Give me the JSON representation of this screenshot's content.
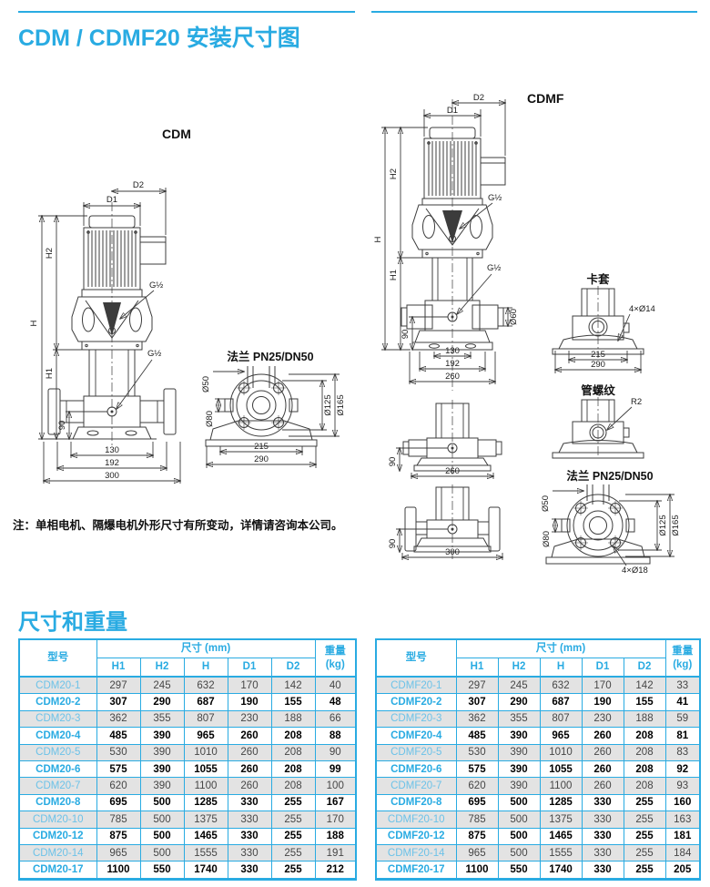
{
  "page": {
    "title": "CDM / CDMF20 安装尺寸图",
    "section_title": "尺寸和重量",
    "note": "注：单相电机、隔爆电机外形尺寸有所变动，详情请咨询本公司。"
  },
  "colors": {
    "accent": "#29abe2",
    "row_alt": "#e3e3e3",
    "line": "#3c3c3c"
  },
  "diagrams": {
    "cdm": {
      "label": "CDM",
      "dim_H": "H",
      "dim_H1": "H1",
      "dim_H2": "H2",
      "dim_D1": "D1",
      "dim_D2": "D2",
      "dim_g": "G½",
      "dim_90": "90",
      "dim_130": "130",
      "dim_192": "192",
      "dim_300": "300",
      "flange": {
        "title": "法兰 PN25/DN50",
        "dia50": "Ø50",
        "dia80": "Ø80",
        "dia125": "Ø125",
        "dia165": "Ø165",
        "dim_215": "215",
        "dim_290": "290"
      }
    },
    "cdmf": {
      "label": "CDMF",
      "dim_H": "H",
      "dim_H1": "H1",
      "dim_H2": "H2",
      "dim_D1": "D1",
      "dim_D2": "D2",
      "dim_g": "G½",
      "dia60": "Ø60",
      "dim_90": "90",
      "dim_130": "130",
      "dim_192": "192",
      "dim_260": "260",
      "view_clamp_base": {
        "dim_90": "90",
        "dim_260": "260"
      },
      "view_flange_base": {
        "dim_90": "90",
        "dim_300": "300"
      },
      "clamp": {
        "title": "卡套",
        "holes": "4×Ø14",
        "dim_215": "215",
        "dim_290": "290"
      },
      "thread": {
        "title": "管螺纹",
        "radius": "R2"
      },
      "flange": {
        "title": "法兰 PN25/DN50",
        "dia50": "Ø50",
        "dia80": "Ø80",
        "dia125": "Ø125",
        "dia165": "Ø165",
        "holes": "4×Ø18"
      }
    }
  },
  "tables": [
    {
      "name": "CDM20",
      "headers": {
        "model": "型号",
        "dims": "尺寸 (mm)",
        "weight1": "重量",
        "weight2": "(kg)",
        "cols": [
          "H1",
          "H2",
          "H",
          "D1",
          "D2"
        ]
      },
      "rows": [
        {
          "model": "CDM20-1",
          "h1": "297",
          "h2": "245",
          "h": "632",
          "d1": "170",
          "d2": "142",
          "kg": "40"
        },
        {
          "model": "CDM20-2",
          "h1": "307",
          "h2": "290",
          "h": "687",
          "d1": "190",
          "d2": "155",
          "kg": "48"
        },
        {
          "model": "CDM20-3",
          "h1": "362",
          "h2": "355",
          "h": "807",
          "d1": "230",
          "d2": "188",
          "kg": "66"
        },
        {
          "model": "CDM20-4",
          "h1": "485",
          "h2": "390",
          "h": "965",
          "d1": "260",
          "d2": "208",
          "kg": "88"
        },
        {
          "model": "CDM20-5",
          "h1": "530",
          "h2": "390",
          "h": "1010",
          "d1": "260",
          "d2": "208",
          "kg": "90"
        },
        {
          "model": "CDM20-6",
          "h1": "575",
          "h2": "390",
          "h": "1055",
          "d1": "260",
          "d2": "208",
          "kg": "99"
        },
        {
          "model": "CDM20-7",
          "h1": "620",
          "h2": "390",
          "h": "1100",
          "d1": "260",
          "d2": "208",
          "kg": "100"
        },
        {
          "model": "CDM20-8",
          "h1": "695",
          "h2": "500",
          "h": "1285",
          "d1": "330",
          "d2": "255",
          "kg": "167"
        },
        {
          "model": "CDM20-10",
          "h1": "785",
          "h2": "500",
          "h": "1375",
          "d1": "330",
          "d2": "255",
          "kg": "170"
        },
        {
          "model": "CDM20-12",
          "h1": "875",
          "h2": "500",
          "h": "1465",
          "d1": "330",
          "d2": "255",
          "kg": "188"
        },
        {
          "model": "CDM20-14",
          "h1": "965",
          "h2": "500",
          "h": "1555",
          "d1": "330",
          "d2": "255",
          "kg": "191"
        },
        {
          "model": "CDM20-17",
          "h1": "1100",
          "h2": "550",
          "h": "1740",
          "d1": "330",
          "d2": "255",
          "kg": "212"
        }
      ]
    },
    {
      "name": "CDMF20",
      "headers": {
        "model": "型号",
        "dims": "尺寸 (mm)",
        "weight1": "重量",
        "weight2": "(kg)",
        "cols": [
          "H1",
          "H2",
          "H",
          "D1",
          "D2"
        ]
      },
      "rows": [
        {
          "model": "CDMF20-1",
          "h1": "297",
          "h2": "245",
          "h": "632",
          "d1": "170",
          "d2": "142",
          "kg": "33"
        },
        {
          "model": "CDMF20-2",
          "h1": "307",
          "h2": "290",
          "h": "687",
          "d1": "190",
          "d2": "155",
          "kg": "41"
        },
        {
          "model": "CDMF20-3",
          "h1": "362",
          "h2": "355",
          "h": "807",
          "d1": "230",
          "d2": "188",
          "kg": "59"
        },
        {
          "model": "CDMF20-4",
          "h1": "485",
          "h2": "390",
          "h": "965",
          "d1": "260",
          "d2": "208",
          "kg": "81"
        },
        {
          "model": "CDMF20-5",
          "h1": "530",
          "h2": "390",
          "h": "1010",
          "d1": "260",
          "d2": "208",
          "kg": "83"
        },
        {
          "model": "CDMF20-6",
          "h1": "575",
          "h2": "390",
          "h": "1055",
          "d1": "260",
          "d2": "208",
          "kg": "92"
        },
        {
          "model": "CDMF20-7",
          "h1": "620",
          "h2": "390",
          "h": "1100",
          "d1": "260",
          "d2": "208",
          "kg": "93"
        },
        {
          "model": "CDMF20-8",
          "h1": "695",
          "h2": "500",
          "h": "1285",
          "d1": "330",
          "d2": "255",
          "kg": "160"
        },
        {
          "model": "CDMF20-10",
          "h1": "785",
          "h2": "500",
          "h": "1375",
          "d1": "330",
          "d2": "255",
          "kg": "163"
        },
        {
          "model": "CDMF20-12",
          "h1": "875",
          "h2": "500",
          "h": "1465",
          "d1": "330",
          "d2": "255",
          "kg": "181"
        },
        {
          "model": "CDMF20-14",
          "h1": "965",
          "h2": "500",
          "h": "1555",
          "d1": "330",
          "d2": "255",
          "kg": "184"
        },
        {
          "model": "CDMF20-17",
          "h1": "1100",
          "h2": "550",
          "h": "1740",
          "d1": "330",
          "d2": "255",
          "kg": "205"
        }
      ]
    }
  ]
}
